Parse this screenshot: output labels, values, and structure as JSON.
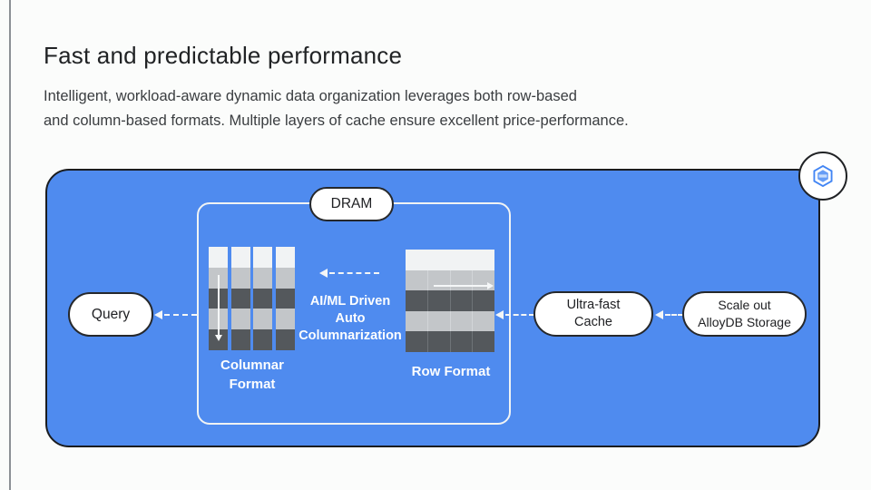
{
  "page": {
    "title": "Fast and predictable performance",
    "subtitle_line1": "Intelligent, workload-aware dynamic data organization leverages both row-based",
    "subtitle_line2": "and column-based formats. Multiple layers of cache ensure excellent price-performance."
  },
  "diagram": {
    "dram_label": "DRAM",
    "query_label": "Query",
    "aiml_line1": "AI/ML Driven",
    "aiml_line2": "Auto",
    "aiml_line3": "Columnarization",
    "columnar_label_line1": "Columnar",
    "columnar_label_line2": "Format",
    "row_label": "Row Format",
    "cache_label_line1": "Ultra-fast",
    "cache_label_line2": "Cache",
    "storage_label_line1": "Scale out",
    "storage_label_line2": "AlloyDB Storage",
    "badge_icon": "alloydb-hexagon-icon",
    "colors": {
      "panel_blue": "#4F8BEF",
      "outline_dark": "#1A1C1F",
      "inner_border_white": "#F0F3F4",
      "arrow_white": "#F4F6F7",
      "icon_blue": "#4285F4",
      "icon_blue_light": "#669DF6",
      "icon_blue_pale": "#C7DCFB"
    },
    "columnar_grid": {
      "columns": 4,
      "cell_colors": [
        "#F1F3F4",
        "#C3C6C9",
        "#54585C",
        "#C3C6C9",
        "#54585C"
      ]
    },
    "row_grid": {
      "cells_per_row": 4,
      "row_colors": [
        "#F1F3F4",
        "#C3C6C9",
        "#54585C",
        "#C3C6C9",
        "#54585C"
      ],
      "divider_colors": [
        "#F1F3F4",
        "#D2D5D8",
        "#6E7377",
        "#D2D5D8",
        "#6E7377"
      ]
    }
  }
}
